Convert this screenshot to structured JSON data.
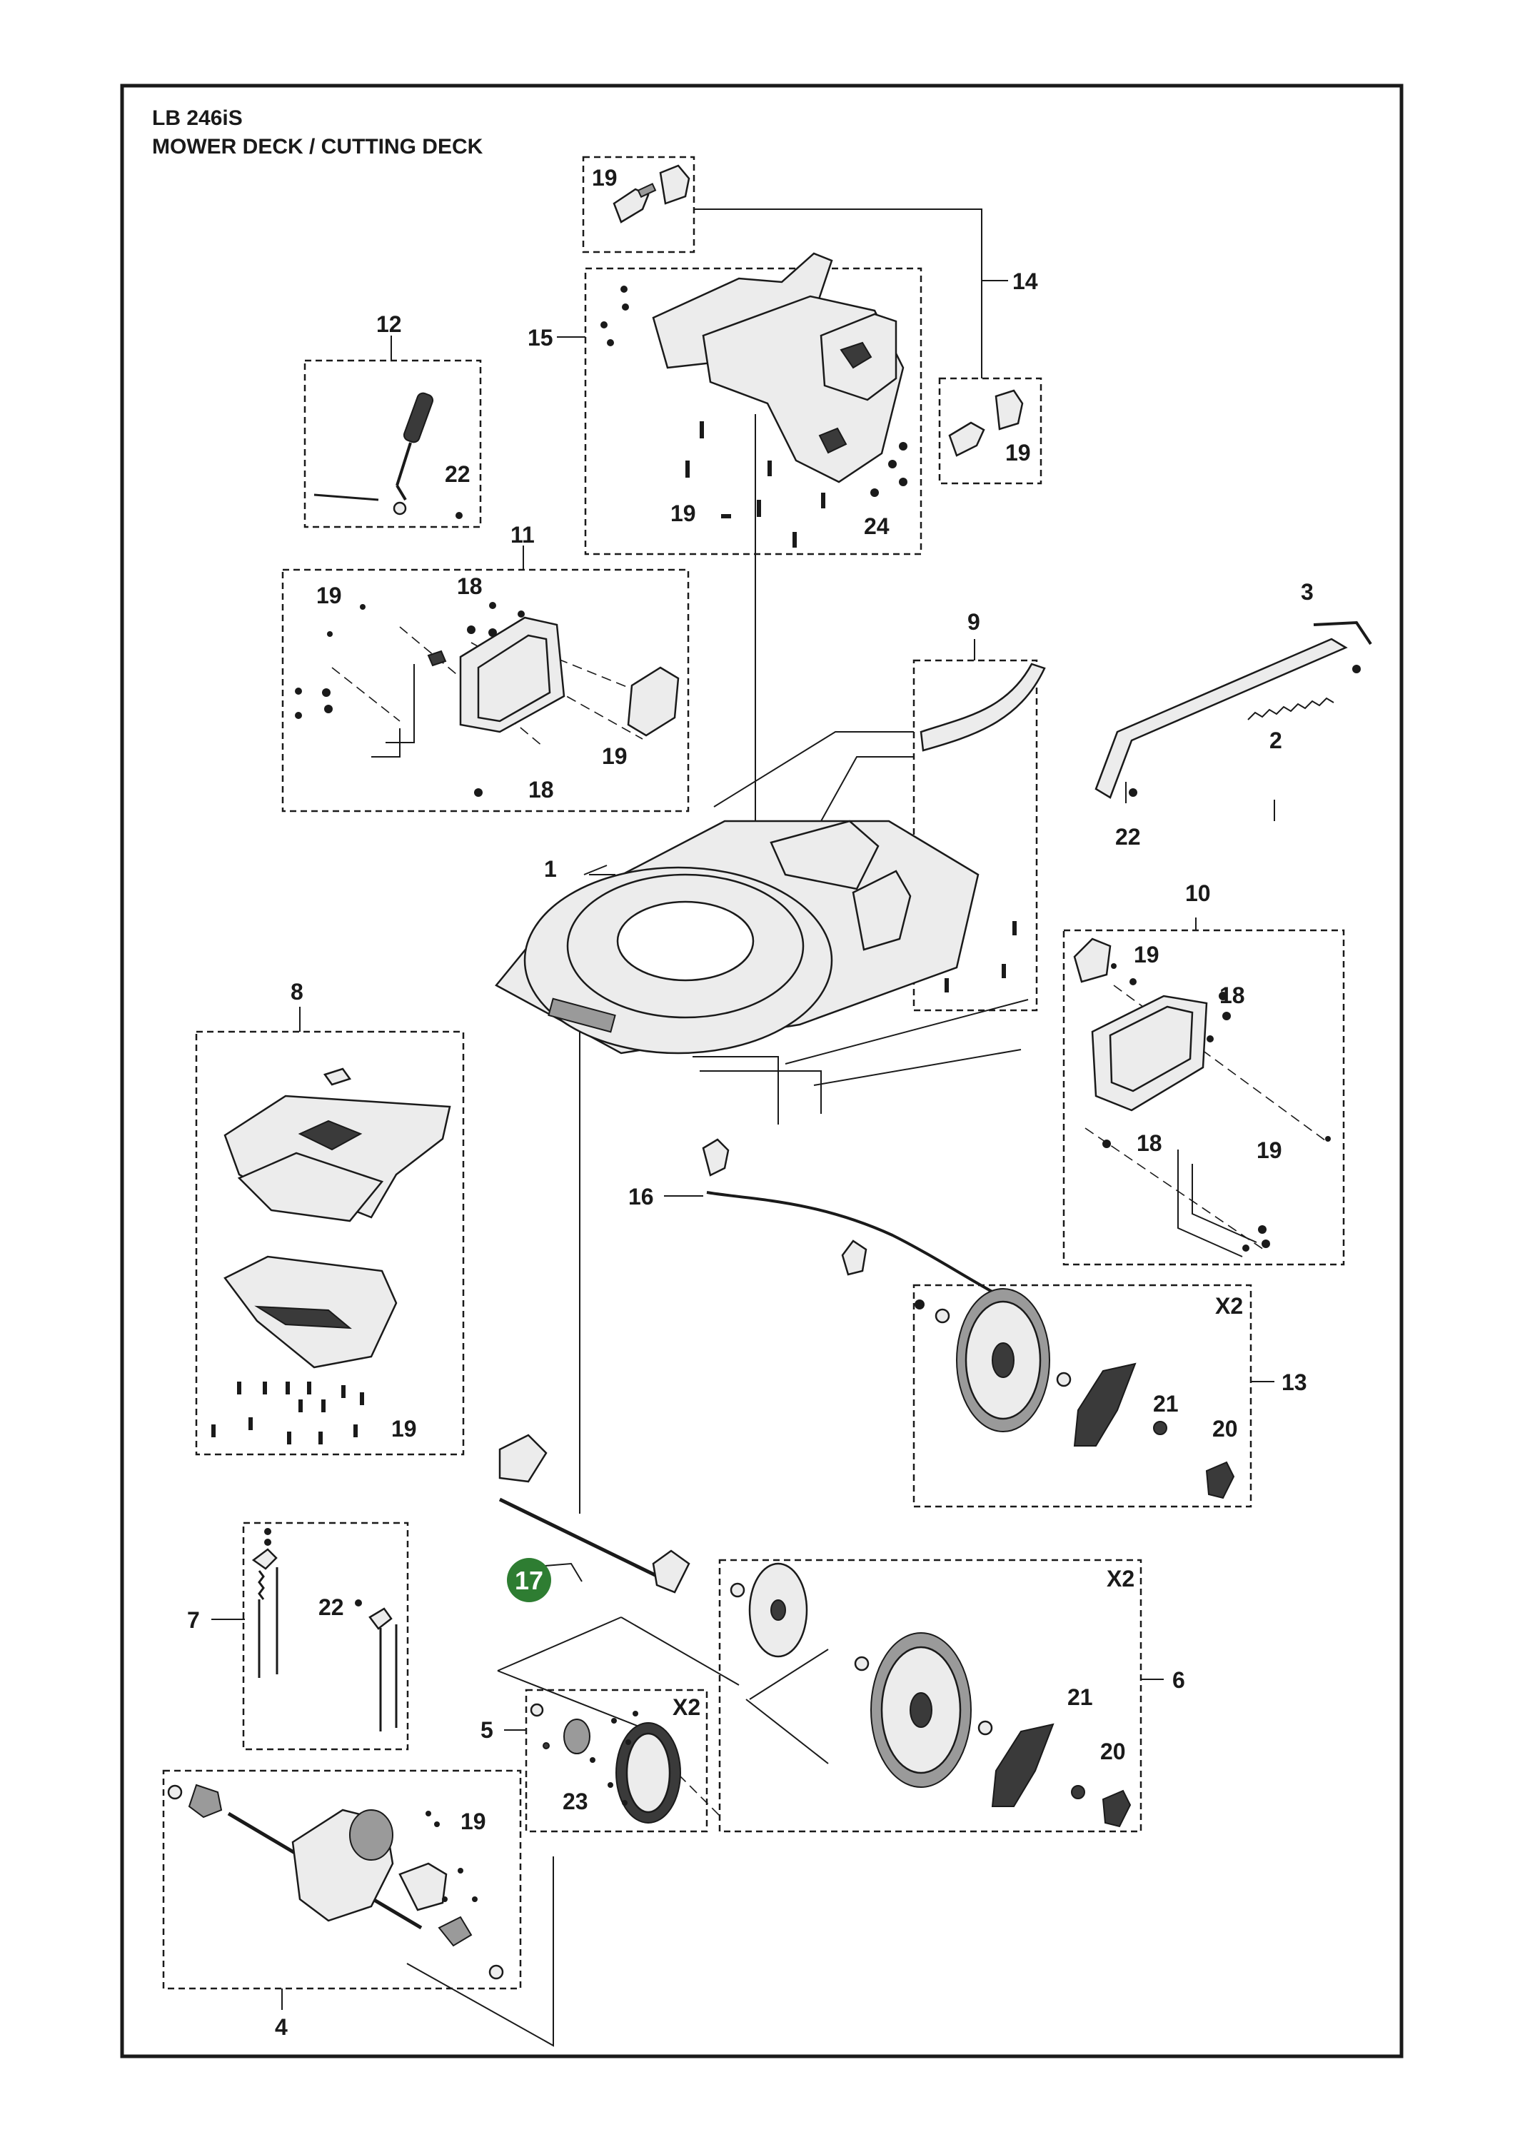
{
  "title": {
    "model": "LB 246iS",
    "section": "MOWER DECK / CUTTING DECK"
  },
  "highlight": {
    "label": "17",
    "color": "#2e7d32"
  },
  "labels": {
    "l1": "1",
    "l2": "2",
    "l3": "3",
    "l4": "4",
    "l5": "5",
    "l6": "6",
    "l7": "7",
    "l8": "8",
    "l9": "9",
    "l10": "10",
    "l11": "11",
    "l12": "12",
    "l13": "13",
    "l14": "14",
    "l15": "15",
    "l16": "16",
    "l18a": "18",
    "l18b": "18",
    "l18c": "18",
    "l18d": "18",
    "l19a": "19",
    "l19b": "19",
    "l19c": "19",
    "l19d": "19",
    "l19e": "19",
    "l19f": "19",
    "l19g": "19",
    "l19h": "19",
    "l19i": "19",
    "l20a": "20",
    "l20b": "20",
    "l21a": "21",
    "l21b": "21",
    "l22a": "22",
    "l22b": "22",
    "l22c": "22",
    "l23": "23",
    "l24": "24",
    "x2a": "X2",
    "x2b": "X2",
    "x2c": "X2"
  }
}
